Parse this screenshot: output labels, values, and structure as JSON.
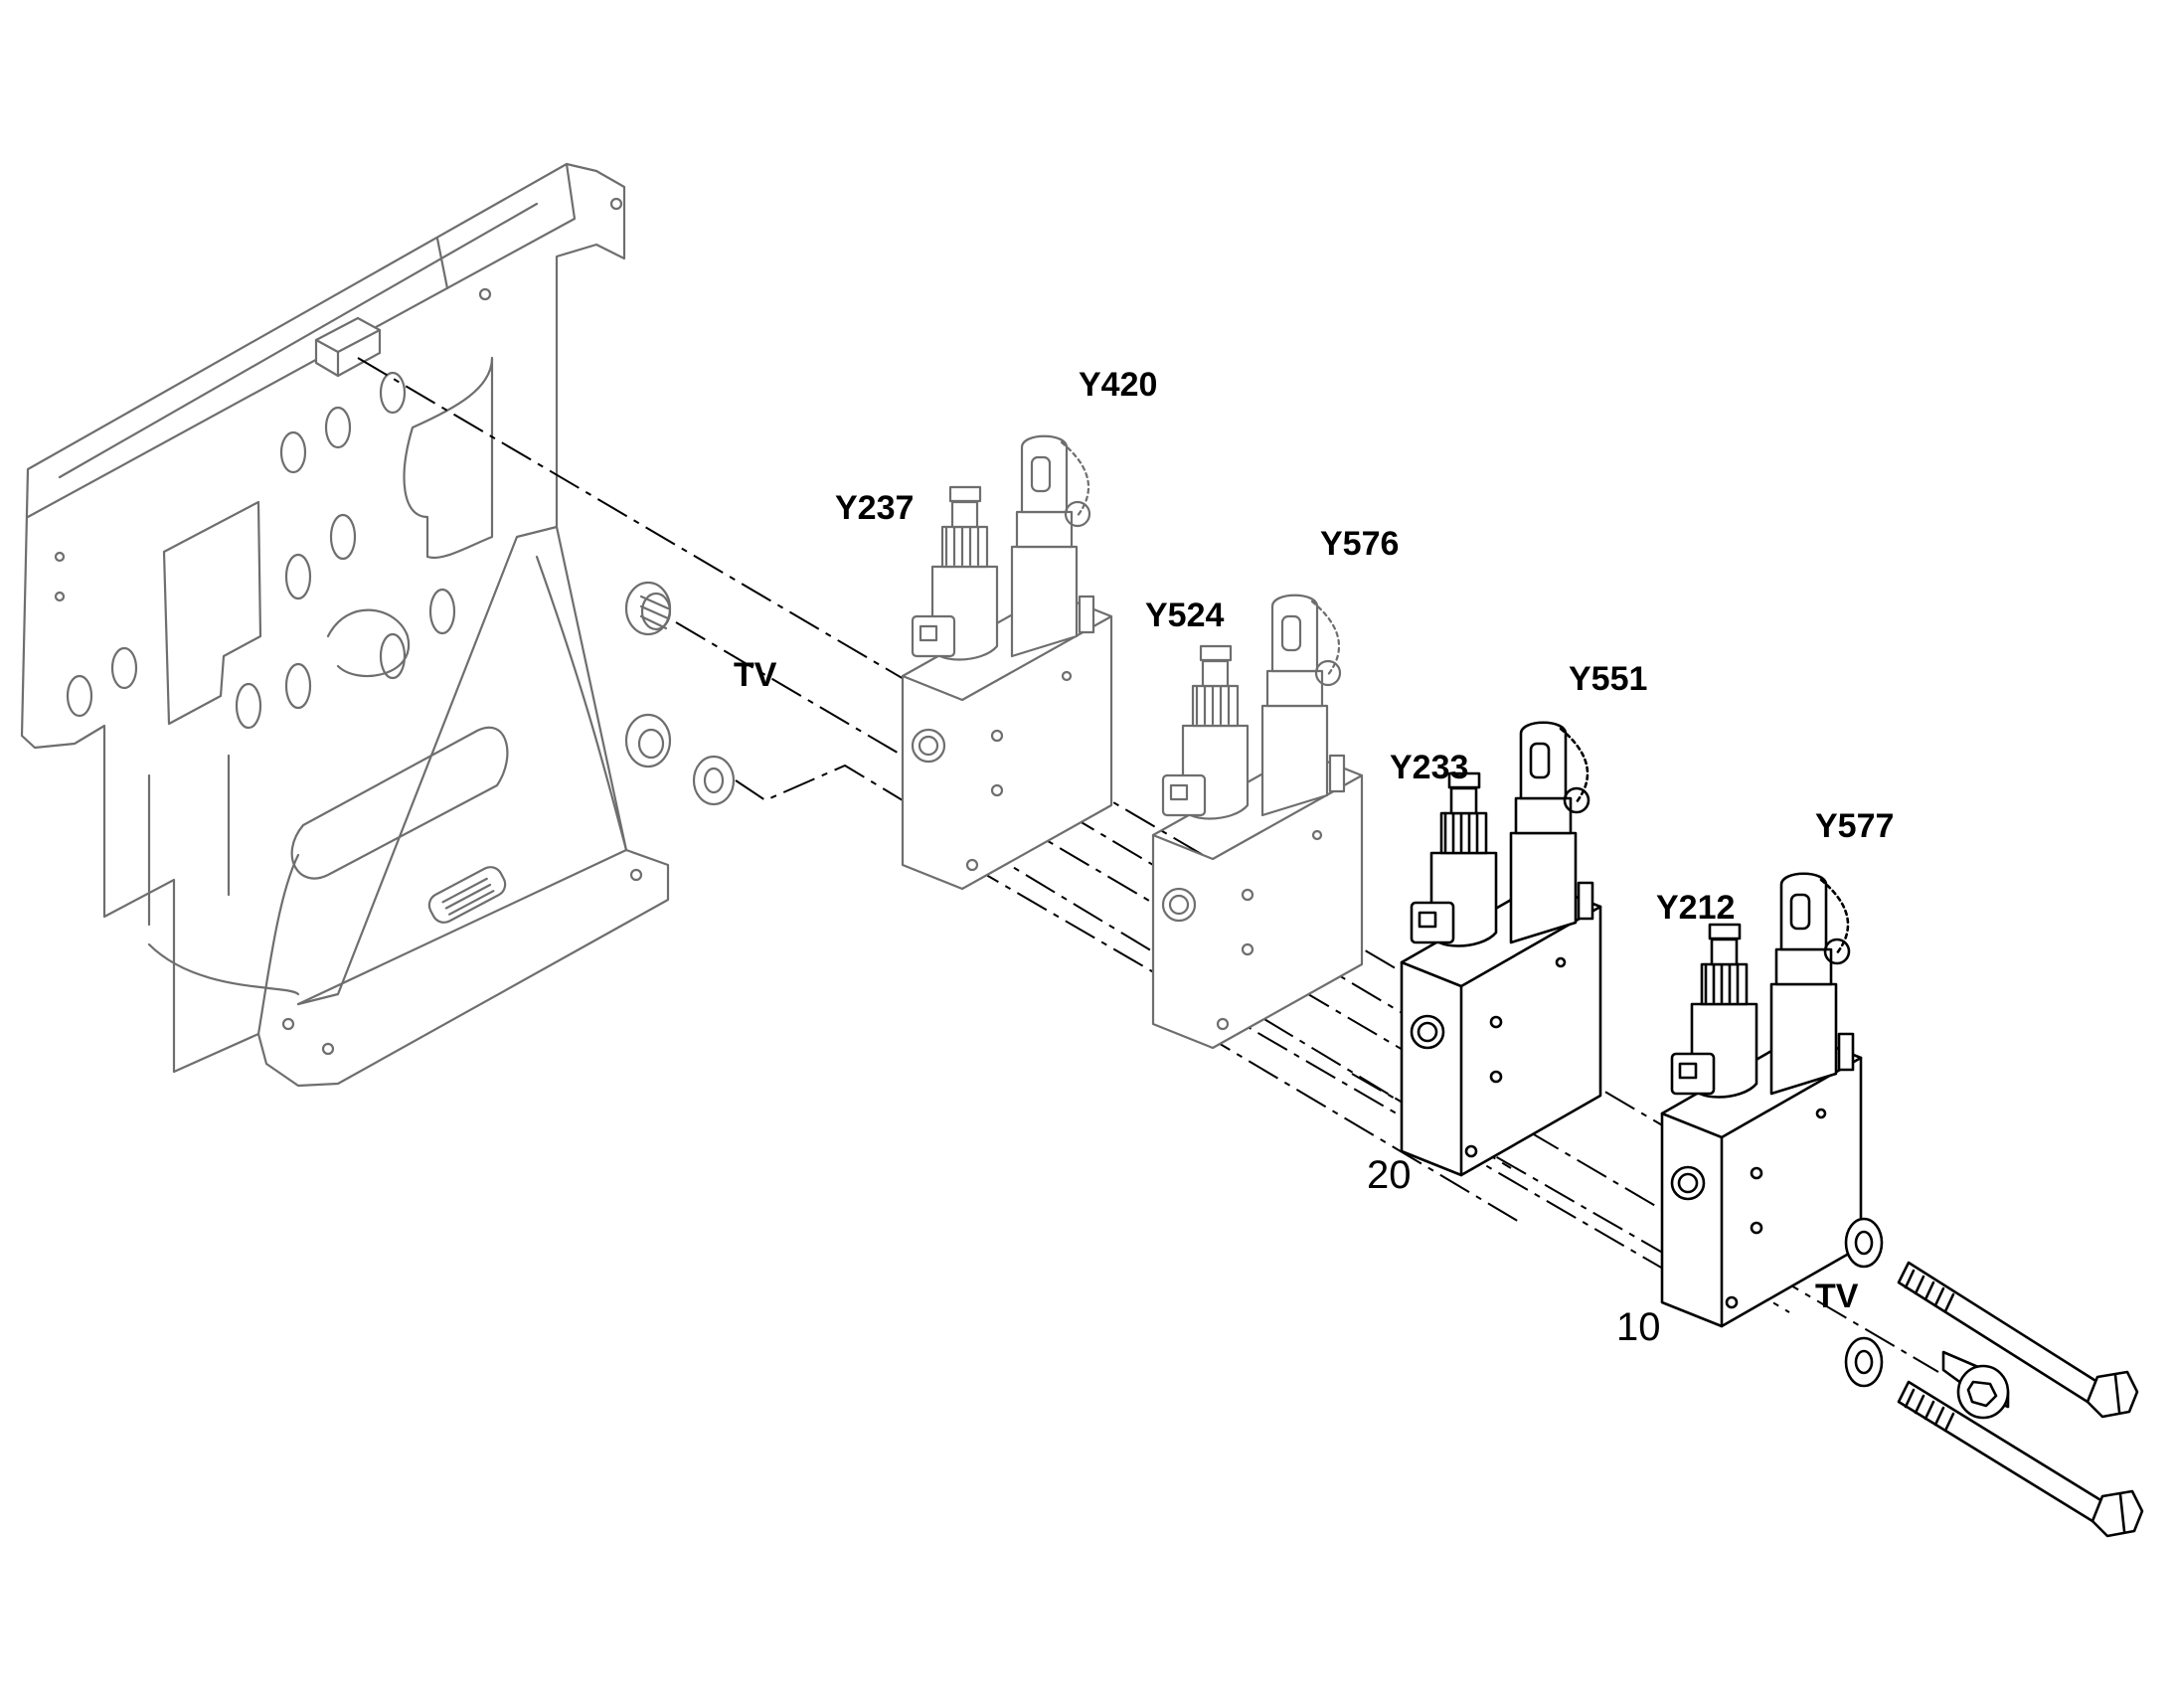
{
  "labels": {
    "y420": "Y420",
    "y237": "Y237",
    "y576": "Y576",
    "y524": "Y524",
    "y551": "Y551",
    "y233": "Y233",
    "y577": "Y577",
    "y212": "Y212",
    "tv_left": "TV",
    "tv_right": "TV",
    "item_20": "20",
    "item_10": "10"
  },
  "colors": {
    "active_line": "#000000",
    "ghost_line": "#6e6e6e",
    "background": "#ffffff"
  }
}
